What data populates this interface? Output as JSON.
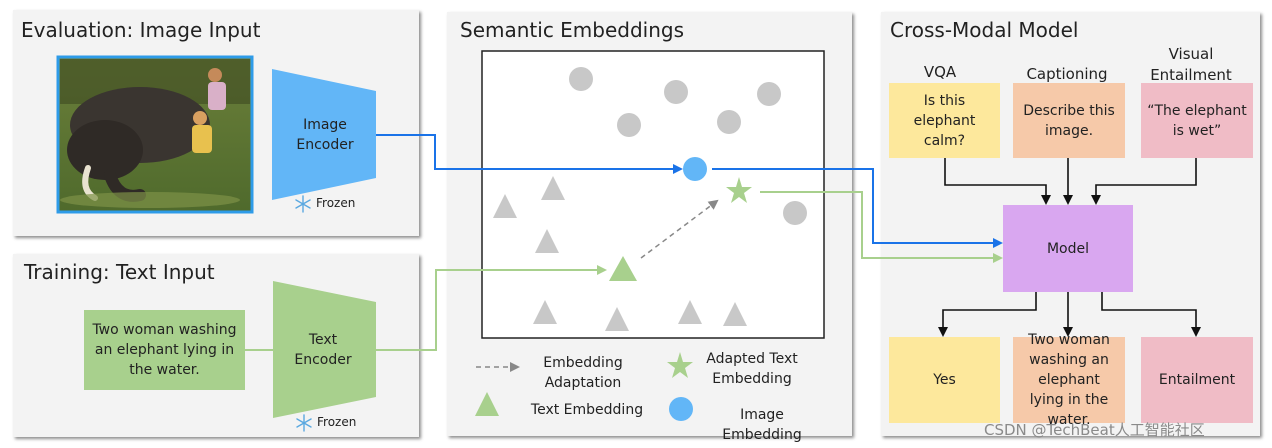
{
  "panels": {
    "eval_title": "Evaluation: Image Input",
    "train_title": "Training: Text Input",
    "embed_title": "Semantic Embeddings",
    "model_title": "Cross-Modal Model"
  },
  "encoders": {
    "image_encoder": "Image\nEncoder",
    "text_encoder": "Text\nEncoder",
    "frozen_label": "Frozen"
  },
  "training_caption": "Two woman washing an elephant lying in the water.",
  "legend": {
    "embedding_adaptation": "Embedding\nAdaptation",
    "adapted_text_embedding": "Adapted Text\nEmbedding",
    "text_embedding": "Text Embedding",
    "image_embedding": "Image Embedding"
  },
  "tasks": {
    "vqa_label": "VQA",
    "captioning_label": "Captioning",
    "visual_entailment_label": "Visual\nEntailment",
    "vqa_input": "Is this elephant calm?",
    "captioning_input": "Describe this image.",
    "entailment_input": "“The elephant is wet”"
  },
  "model_label": "Model",
  "outputs": {
    "vqa_output": "Yes",
    "captioning_output": "Two woman washing an elephant lying in the water.",
    "entailment_output": "Entailment"
  },
  "watermark": "CSDN @TechBeat人工智能社区",
  "colors": {
    "image_blue": "#62b6f7",
    "text_green": "#a8d08d",
    "model_purple": "#d9a7f0",
    "vqa_yellow": "#fde89c",
    "caption_orange": "#f6c9a9",
    "entail_pink": "#f0bcc6",
    "point_gray": "#c8c8c8"
  }
}
